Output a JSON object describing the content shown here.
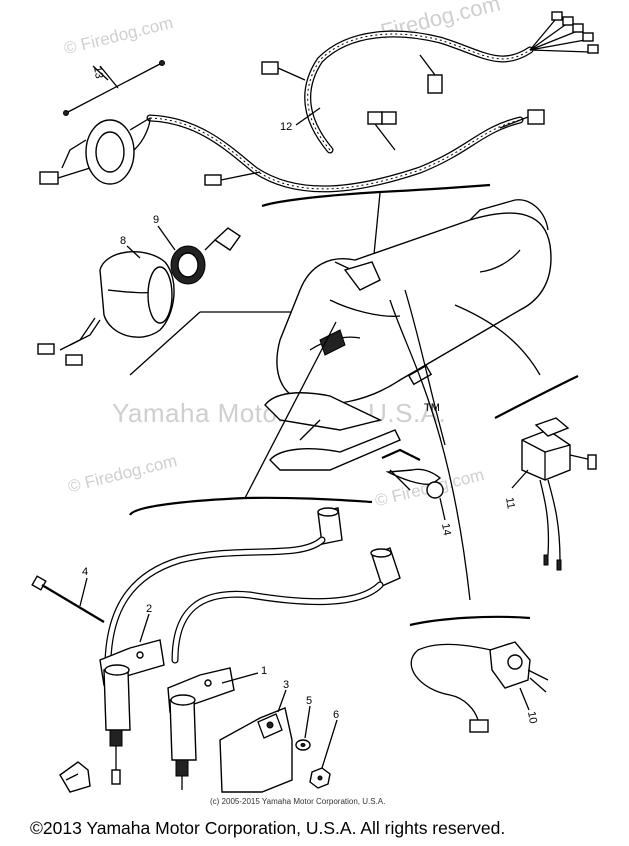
{
  "watermarks": {
    "firedog_top_right": "Firedog.com",
    "firedog_top_left": "© Firedog.com",
    "firedog_mid_left": "© Firedog.com",
    "firedog_mid_right": "© Firedog.com",
    "yamaha_center": "Yamaha Motor Corp. U.S.A.",
    "tm": "TM"
  },
  "callouts": {
    "p1": "1",
    "p2": "2",
    "p3": "3",
    "p4": "4",
    "p5": "5",
    "p6": "6",
    "p8": "8",
    "p9": "9",
    "p10": "10",
    "p11": "11",
    "p12": "12",
    "p13": "13",
    "p14": "14"
  },
  "small_copyright": "(c) 2005-2015 Yamaha Motor Corporation, U.S.A.",
  "footer": "©2013 Yamaha Motor Corporation, U.S.A. All rights reserved."
}
